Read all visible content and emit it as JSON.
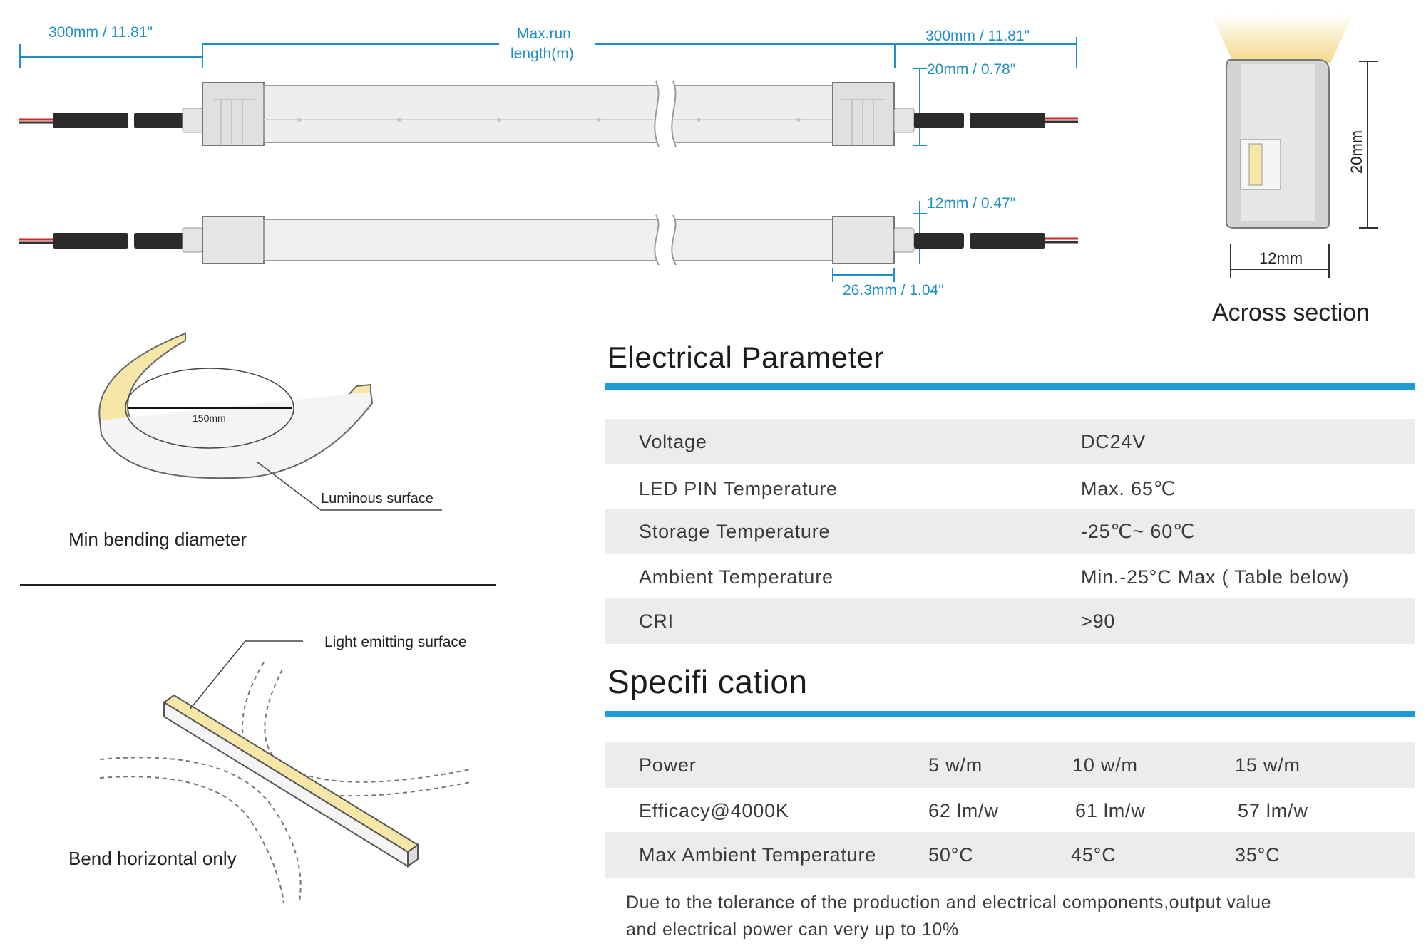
{
  "dimensions": {
    "left_lead": "300mm / 11.81\"",
    "max_run_line1": "Max.run",
    "max_run_line2": "length(m)",
    "right_lead": "300mm / 11.81\"",
    "height_side": "20mm / 0.78\"",
    "width_side": "12mm / 0.47\"",
    "endcap_length": "26.3mm / 1.04\""
  },
  "cross_section": {
    "height": "20mm",
    "width": "12mm",
    "caption": "Across section"
  },
  "bending": {
    "diameter": "150mm",
    "luminous_label": "Luminous surface",
    "caption": "Min bending diameter"
  },
  "bend_direction": {
    "surface_label": "Light emitting surface",
    "caption": "Bend horizontal only"
  },
  "electrical": {
    "title": "Electrical Parameter",
    "rows": [
      {
        "label": "Voltage",
        "value": "DC24V"
      },
      {
        "label": "LED PIN Temperature",
        "value": "Max. 65℃"
      },
      {
        "label": "Storage Temperature",
        "value": "-25℃~ 60℃"
      },
      {
        "label": "Ambient Temperature",
        "value": "Min.-25°C Max ( Table below)"
      },
      {
        "label": "CRI",
        "value": ">90"
      }
    ]
  },
  "specification": {
    "title": "Specifi cation",
    "rows": [
      {
        "label": "Power",
        "v1": "5 w/m",
        "v2": "10 w/m",
        "v3": "15 w/m"
      },
      {
        "label": "Efficacy@4000K",
        "v1": "62 lm/w",
        "v2": "61 lm/w",
        "v3": "57 lm/w"
      },
      {
        "label": "Max Ambient Temperature",
        "v1": "50°C",
        "v2": "45°C",
        "v3": "35°C"
      }
    ],
    "note_line1": "Due to the tolerance of the production and electrical components,output value",
    "note_line2": "and electrical power can very up to 10%"
  },
  "colors": {
    "accent": "#1e9ad6",
    "dimension": "#1f8fc6",
    "glow": "#f6e7a8",
    "row_shade": "#ececec"
  }
}
